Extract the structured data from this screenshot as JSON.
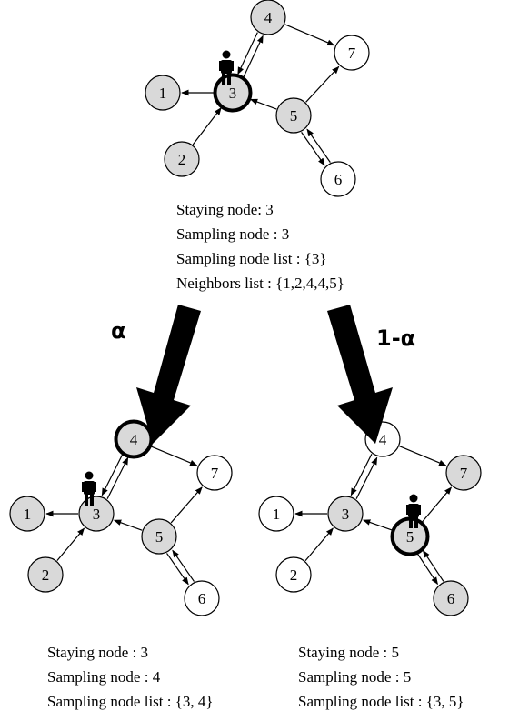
{
  "colors": {
    "sampled": "#d9d9d9",
    "unsampled": "#ffffff",
    "stroke": "#000000"
  },
  "top": {
    "nodes": [
      {
        "id": "1",
        "sampled": true,
        "current": false
      },
      {
        "id": "2",
        "sampled": true,
        "current": false
      },
      {
        "id": "3",
        "sampled": true,
        "current": true
      },
      {
        "id": "4",
        "sampled": true,
        "current": false
      },
      {
        "id": "5",
        "sampled": true,
        "current": false
      },
      {
        "id": "6",
        "sampled": false,
        "current": false
      },
      {
        "id": "7",
        "sampled": false,
        "current": false
      }
    ],
    "text": [
      "Staying node: 3",
      "Sampling node : 3",
      "Sampling node list : {3}",
      "Neighbors list : {1,2,4,4,5}"
    ]
  },
  "left": {
    "nodes": [
      {
        "id": "1",
        "sampled": true,
        "current": false
      },
      {
        "id": "2",
        "sampled": true,
        "current": false
      },
      {
        "id": "3",
        "sampled": true,
        "current": false
      },
      {
        "id": "4",
        "sampled": true,
        "current": true
      },
      {
        "id": "5",
        "sampled": true,
        "current": false
      },
      {
        "id": "6",
        "sampled": false,
        "current": false
      },
      {
        "id": "7",
        "sampled": false,
        "current": false
      }
    ],
    "text": [
      "Staying node : 3",
      "Sampling node : 4",
      "Sampling node list : {3, 4}"
    ]
  },
  "right": {
    "nodes": [
      {
        "id": "1",
        "sampled": false,
        "current": false
      },
      {
        "id": "2",
        "sampled": false,
        "current": false
      },
      {
        "id": "3",
        "sampled": true,
        "current": false
      },
      {
        "id": "4",
        "sampled": false,
        "current": false
      },
      {
        "id": "5",
        "sampled": true,
        "current": true
      },
      {
        "id": "6",
        "sampled": true,
        "current": false
      },
      {
        "id": "7",
        "sampled": true,
        "current": false
      }
    ],
    "text": [
      "Staying node : 5",
      "Sampling node : 5",
      "Sampling node list : {3, 5}"
    ]
  },
  "transitions": {
    "left_label": "α",
    "right_label": "1-α"
  },
  "icons": {
    "walker": "person-icon"
  },
  "edges": [
    {
      "from": "3",
      "to": "1"
    },
    {
      "from": "2",
      "to": "3"
    },
    {
      "from": "3",
      "to": "4"
    },
    {
      "from": "4",
      "to": "3"
    },
    {
      "from": "4",
      "to": "7"
    },
    {
      "from": "5",
      "to": "7"
    },
    {
      "from": "5",
      "to": "3"
    },
    {
      "from": "5",
      "to": "6"
    },
    {
      "from": "6",
      "to": "5"
    }
  ]
}
